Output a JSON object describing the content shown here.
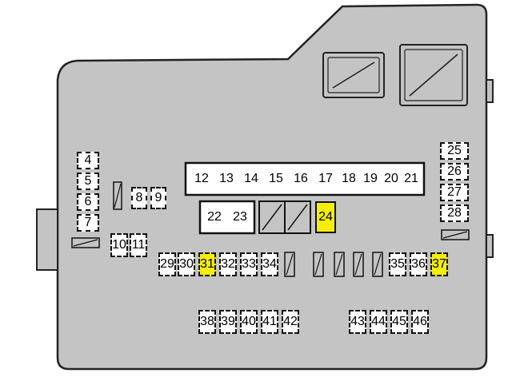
{
  "fuses": [
    {
      "label": "4",
      "highlight": false
    },
    {
      "label": "5",
      "highlight": false
    },
    {
      "label": "6",
      "highlight": false
    },
    {
      "label": "7",
      "highlight": false
    },
    {
      "label": "8",
      "highlight": false
    },
    {
      "label": "9",
      "highlight": false
    },
    {
      "label": "10",
      "highlight": false
    },
    {
      "label": "11",
      "highlight": false
    },
    {
      "label": "12",
      "highlight": false
    },
    {
      "label": "13",
      "highlight": false
    },
    {
      "label": "14",
      "highlight": false
    },
    {
      "label": "15",
      "highlight": false
    },
    {
      "label": "16",
      "highlight": false
    },
    {
      "label": "17",
      "highlight": false
    },
    {
      "label": "18",
      "highlight": false
    },
    {
      "label": "19",
      "highlight": false
    },
    {
      "label": "20",
      "highlight": false
    },
    {
      "label": "21",
      "highlight": false
    },
    {
      "label": "22",
      "highlight": false
    },
    {
      "label": "23",
      "highlight": false
    },
    {
      "label": "24",
      "highlight": true
    },
    {
      "label": "25",
      "highlight": false
    },
    {
      "label": "26",
      "highlight": false
    },
    {
      "label": "27",
      "highlight": false
    },
    {
      "label": "28",
      "highlight": false
    },
    {
      "label": "29",
      "highlight": false
    },
    {
      "label": "30",
      "highlight": false
    },
    {
      "label": "31",
      "highlight": true
    },
    {
      "label": "32",
      "highlight": false
    },
    {
      "label": "33",
      "highlight": false
    },
    {
      "label": "34",
      "highlight": false
    },
    {
      "label": "35",
      "highlight": false
    },
    {
      "label": "36",
      "highlight": false
    },
    {
      "label": "37",
      "highlight": true
    },
    {
      "label": "38",
      "highlight": false
    },
    {
      "label": "39",
      "highlight": false
    },
    {
      "label": "40",
      "highlight": false
    },
    {
      "label": "41",
      "highlight": false
    },
    {
      "label": "42",
      "highlight": false
    },
    {
      "label": "43",
      "highlight": false
    },
    {
      "label": "44",
      "highlight": false
    },
    {
      "label": "45",
      "highlight": false
    },
    {
      "label": "46",
      "highlight": false
    }
  ],
  "colors": {
    "housing": "#c4c4c4",
    "outline": "#222222",
    "highlight": "#f4ee0a"
  }
}
